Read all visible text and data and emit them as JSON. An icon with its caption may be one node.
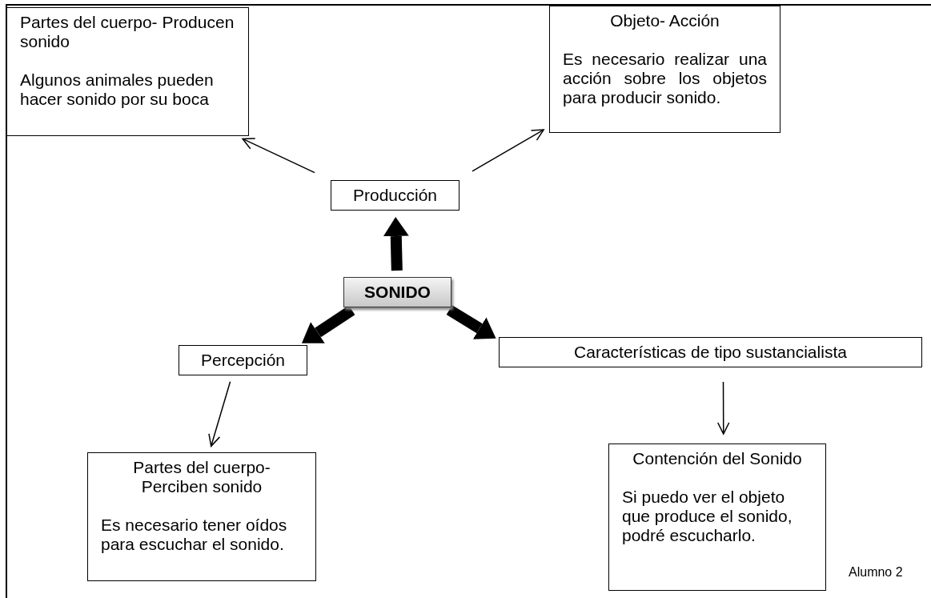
{
  "diagram": {
    "nodes": [
      {
        "text": [
          "Partes del cuerpo- Producen sonido",
          "Algunos animales pueden hacer sonido por su boca"
        ]
      },
      {
        "text": [
          "Objeto- Acción",
          "Es necesario realizar una acción sobre los objetos para producir sonido."
        ]
      },
      {
        "text": [
          "Producción"
        ]
      },
      {
        "text": [
          "SONIDO"
        ]
      },
      {
        "text": [
          "Percepción"
        ]
      },
      {
        "text": [
          "Características de tipo sustancialista"
        ]
      },
      {
        "text": [
          "Partes del cuerpo- Perciben sonido",
          "Es necesario tener oídos para escuchar el sonido."
        ]
      },
      {
        "text": [
          "Contención del Sonido",
          "Si puedo ver el objeto que produce el sonido, podré escucharlo."
        ]
      }
    ],
    "edges": [
      {
        "from": 2,
        "to": 0,
        "arrow": "to"
      },
      {
        "from": 2,
        "to": 1,
        "arrow": "to"
      },
      {
        "from": 3,
        "to": 2,
        "arrow": "to",
        "style": "thick"
      },
      {
        "from": 3,
        "to": 4,
        "arrow": "to",
        "style": "thick"
      },
      {
        "from": 3,
        "to": 5,
        "arrow": "to",
        "style": "thick"
      },
      {
        "from": 4,
        "to": 6,
        "arrow": "to"
      },
      {
        "from": 5,
        "to": 7,
        "arrow": "to"
      }
    ],
    "labels": [
      "Alumno 2"
    ]
  }
}
